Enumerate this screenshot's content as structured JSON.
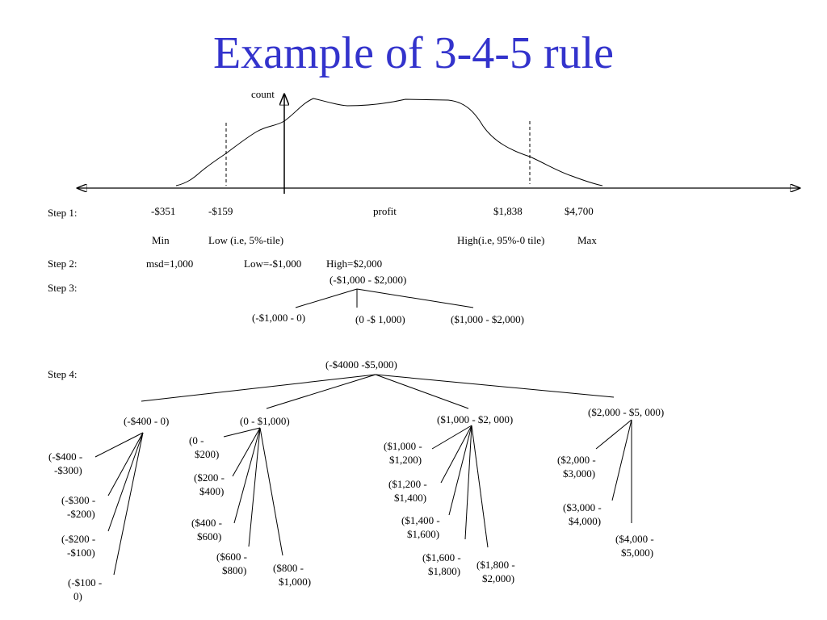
{
  "title": "Example of 3-4-5 rule",
  "axis": {
    "y_label": "count",
    "x_label": "profit"
  },
  "step1": {
    "label": "Step 1:",
    "min_value": "-$351",
    "low_value": "-$159",
    "high_value": "$1,838",
    "max_value": "$4,700",
    "min_caption": "Min",
    "low_caption": "Low (i.e, 5%-tile)",
    "high_caption": "High(i.e, 95%-0 tile)",
    "max_caption": "Max"
  },
  "step2": {
    "label": "Step 2:",
    "msd": "msd=1,000",
    "low": "Low=-$1,000",
    "high": "High=$2,000"
  },
  "step3": {
    "label": "Step 3:",
    "root": "(-$1,000  - $2,000)",
    "children": [
      "(-$1,000 - 0)",
      "(0 -$ 1,000)",
      "($1,000 - $2,000)"
    ]
  },
  "step4": {
    "label": "Step 4:",
    "root": "(-$4000 -$5,000)",
    "groups": [
      {
        "label": "(-$400 - 0)",
        "items": [
          "(-$400 -|-$300)",
          "(-$300 -|-$200)",
          "(-$200 -|-$100)",
          "(-$100 -|0)"
        ]
      },
      {
        "label": "(0 - $1,000)",
        "items": [
          "(0 -|$200)",
          "($200 -|$400)",
          "($400 -|$600)",
          "($600 -|$800)",
          "($800 -|$1,000)"
        ]
      },
      {
        "label": "($1,000 - $2, 000)",
        "items": [
          "($1,000 -|$1,200)",
          "($1,200 -|$1,400)",
          "($1,400 -|$1,600)",
          "($1,600 -|$1,800)",
          "($1,800 -|$2,000)"
        ]
      },
      {
        "label": "($2,000 - $5, 000)",
        "items": [
          "($2,000 -|$3,000)",
          "($3,000 -|$4,000)",
          "($4,000 -|$5,000)"
        ]
      }
    ]
  }
}
